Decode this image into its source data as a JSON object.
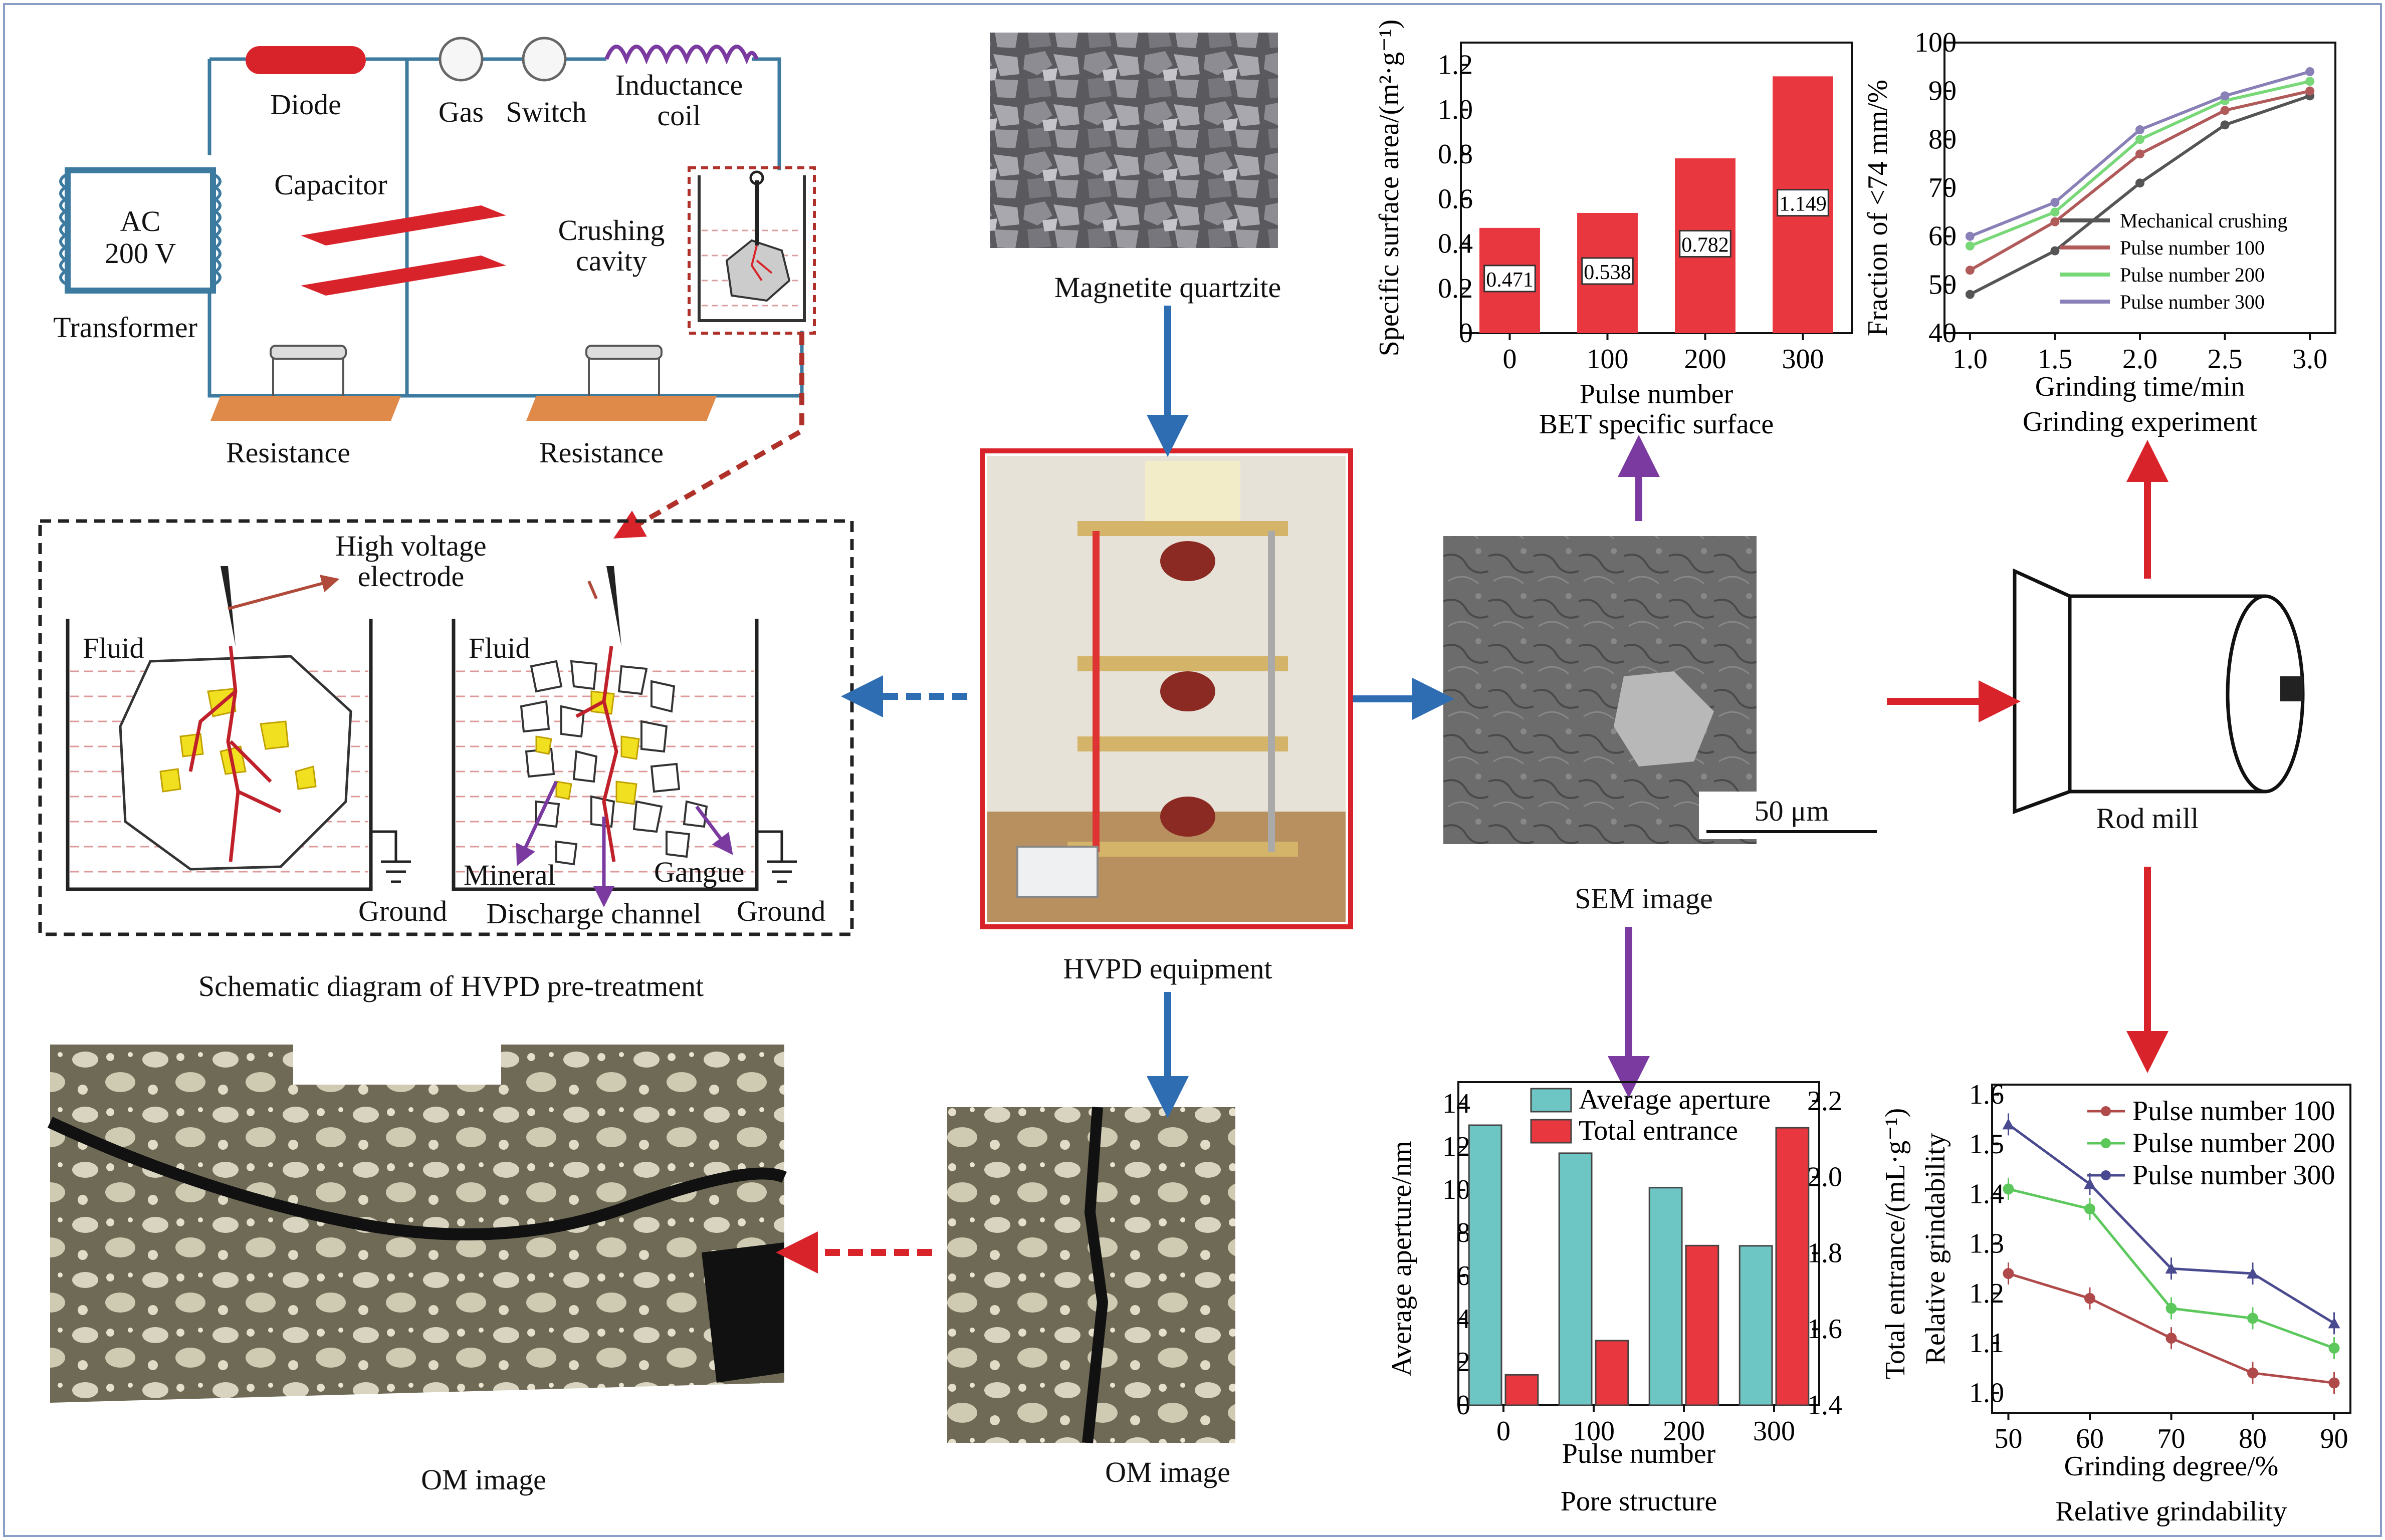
{
  "circuit": {
    "diode": "Diode",
    "gas": "Gas",
    "switch": "Switch",
    "inductance_coil": "Inductance\ncoil",
    "capacitor": "Capacitor",
    "ac_source": "AC\n200 V",
    "transformer": "Transformer",
    "crushing_cavity": "Crushing\ncavity",
    "resistance_left": "Resistance",
    "resistance_right": "Resistance"
  },
  "schematic": {
    "electrode": "High voltage\nelectrode",
    "fluid_left": "Fluid",
    "fluid_right": "Fluid",
    "ground_left": "Ground",
    "ground_right": "Ground",
    "mineral": "Mineral",
    "gangue": "Gangue",
    "discharge_channel": "Discharge channel",
    "caption": "Schematic diagram of HVPD pre-treatment"
  },
  "photos": {
    "magnetite": "Magnetite quartzite",
    "hvpd": "HVPD equipment",
    "sem": "SEM image",
    "sem_scale": "50 μm",
    "om_center": "OM image",
    "om_left": "OM image",
    "rod_mill": "Rod mill"
  },
  "colors": {
    "bar_red": "#e8373e",
    "bar_teal": "#6dc6c4",
    "arrow_blue": "#2f6db3",
    "arrow_red": "#d8232a",
    "arrow_purple": "#7a3aa0",
    "circuit_wire": "#3c7aa0",
    "diode": "#d8232a",
    "inductor": "#7a3aa0",
    "capacitor": "#d8232a",
    "resistor": "#e08a4a",
    "mineral": "#f0e020"
  },
  "chart_data": [
    {
      "type": "bar",
      "categories": [
        "0",
        "100",
        "200",
        "300"
      ],
      "values": [
        0.471,
        0.538,
        0.782,
        1.149
      ],
      "data_labels": [
        "0.471",
        "0.538",
        "0.782",
        "1.149"
      ],
      "xlabel": "Pulse number",
      "ylabel": "Specific surface area/(m²·g⁻¹)",
      "caption": "BET specific surface",
      "ylim": [
        0,
        1.3
      ],
      "yticks": [
        "0",
        "0.2",
        "0.4",
        "0.6",
        "0.8",
        "1.0",
        "1.2"
      ]
    },
    {
      "type": "line",
      "x": [
        1.0,
        1.5,
        2.0,
        2.5,
        3.0
      ],
      "xticks": [
        "1.0",
        "1.5",
        "2.0",
        "2.5",
        "3.0"
      ],
      "series": [
        {
          "name": "Mechanical crushing",
          "values": [
            48,
            57,
            71,
            83,
            89
          ],
          "color": "#555555"
        },
        {
          "name": "Pulse number 100",
          "values": [
            53,
            63,
            77,
            86,
            90
          ],
          "color": "#b05a5a"
        },
        {
          "name": "Pulse number 200",
          "values": [
            58,
            65,
            80,
            88,
            92
          ],
          "color": "#78d878"
        },
        {
          "name": "Pulse number 300",
          "values": [
            60,
            67,
            82,
            89,
            94
          ],
          "color": "#8a80b8"
        }
      ],
      "xlabel": "Grinding time/min",
      "ylabel": "Fraction of <74 mm/%",
      "caption": "Grinding experiment",
      "ylim": [
        40,
        100
      ],
      "yticks": [
        "40",
        "50",
        "60",
        "70",
        "80",
        "90",
        "100"
      ]
    },
    {
      "type": "bar",
      "categories": [
        "0",
        "100",
        "200",
        "300"
      ],
      "series": [
        {
          "name": "Average aperture",
          "values": [
            13.0,
            11.7,
            10.1,
            7.4
          ],
          "axis": "left",
          "color": "#6dc6c4"
        },
        {
          "name": "Total entrance",
          "values": [
            1.48,
            1.57,
            1.82,
            2.13
          ],
          "axis": "right",
          "color": "#e8373e"
        }
      ],
      "xlabel": "Pulse number",
      "ylabel": "Average aperture/nm",
      "ylabel_right": "Total entrance/(mL·g⁻¹)",
      "caption": "Pore structure",
      "ylim": [
        0,
        15
      ],
      "ylim_right": [
        1.4,
        2.25
      ],
      "yticks": [
        "0",
        "2",
        "4",
        "6",
        "8",
        "10",
        "12",
        "14"
      ],
      "yticks_right": [
        "1.4",
        "1.6",
        "1.8",
        "2.0",
        "2.2"
      ]
    },
    {
      "type": "line",
      "x": [
        50,
        60,
        70,
        80,
        90
      ],
      "xticks": [
        "50",
        "60",
        "70",
        "80",
        "90"
      ],
      "series": [
        {
          "name": "Pulse number 100",
          "values": [
            1.24,
            1.19,
            1.11,
            1.04,
            1.02
          ],
          "color": "#b04a4a"
        },
        {
          "name": "Pulse number 200",
          "values": [
            1.41,
            1.37,
            1.17,
            1.15,
            1.09
          ],
          "color": "#5cc85c"
        },
        {
          "name": "Pulse number 300",
          "values": [
            1.54,
            1.42,
            1.25,
            1.24,
            1.14
          ],
          "color": "#4a4a90"
        }
      ],
      "xlabel": "Grinding degree/%",
      "ylabel": "Relative grindability",
      "caption": "Relative grindability",
      "ylim": [
        0.96,
        1.62
      ],
      "yticks": [
        "1.0",
        "1.1",
        "1.2",
        "1.3",
        "1.4",
        "1.5",
        "1.6"
      ]
    }
  ]
}
